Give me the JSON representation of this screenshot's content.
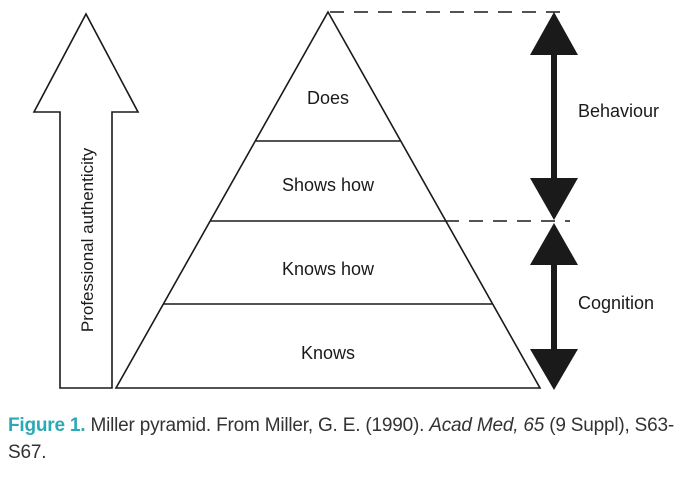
{
  "diagram": {
    "side_arrow_label": "Professional authenticity",
    "pyramid_levels": [
      "Does",
      "Shows how",
      "Knows how",
      "Knows"
    ],
    "brackets": [
      {
        "label": "Behaviour"
      },
      {
        "label": "Cognition"
      }
    ]
  },
  "caption": {
    "figure_label": "Figure 1.",
    "text_main": "Miller pyramid. From Miller, G. E. (1990).",
    "journal": "Acad Med, 65",
    "text_tail": "(9 Suppl),",
    "pages": "S63-S67."
  },
  "colors": {
    "line": "#1a1a1a",
    "caption_accent": "#2aa9b6",
    "caption_text": "#333333"
  }
}
